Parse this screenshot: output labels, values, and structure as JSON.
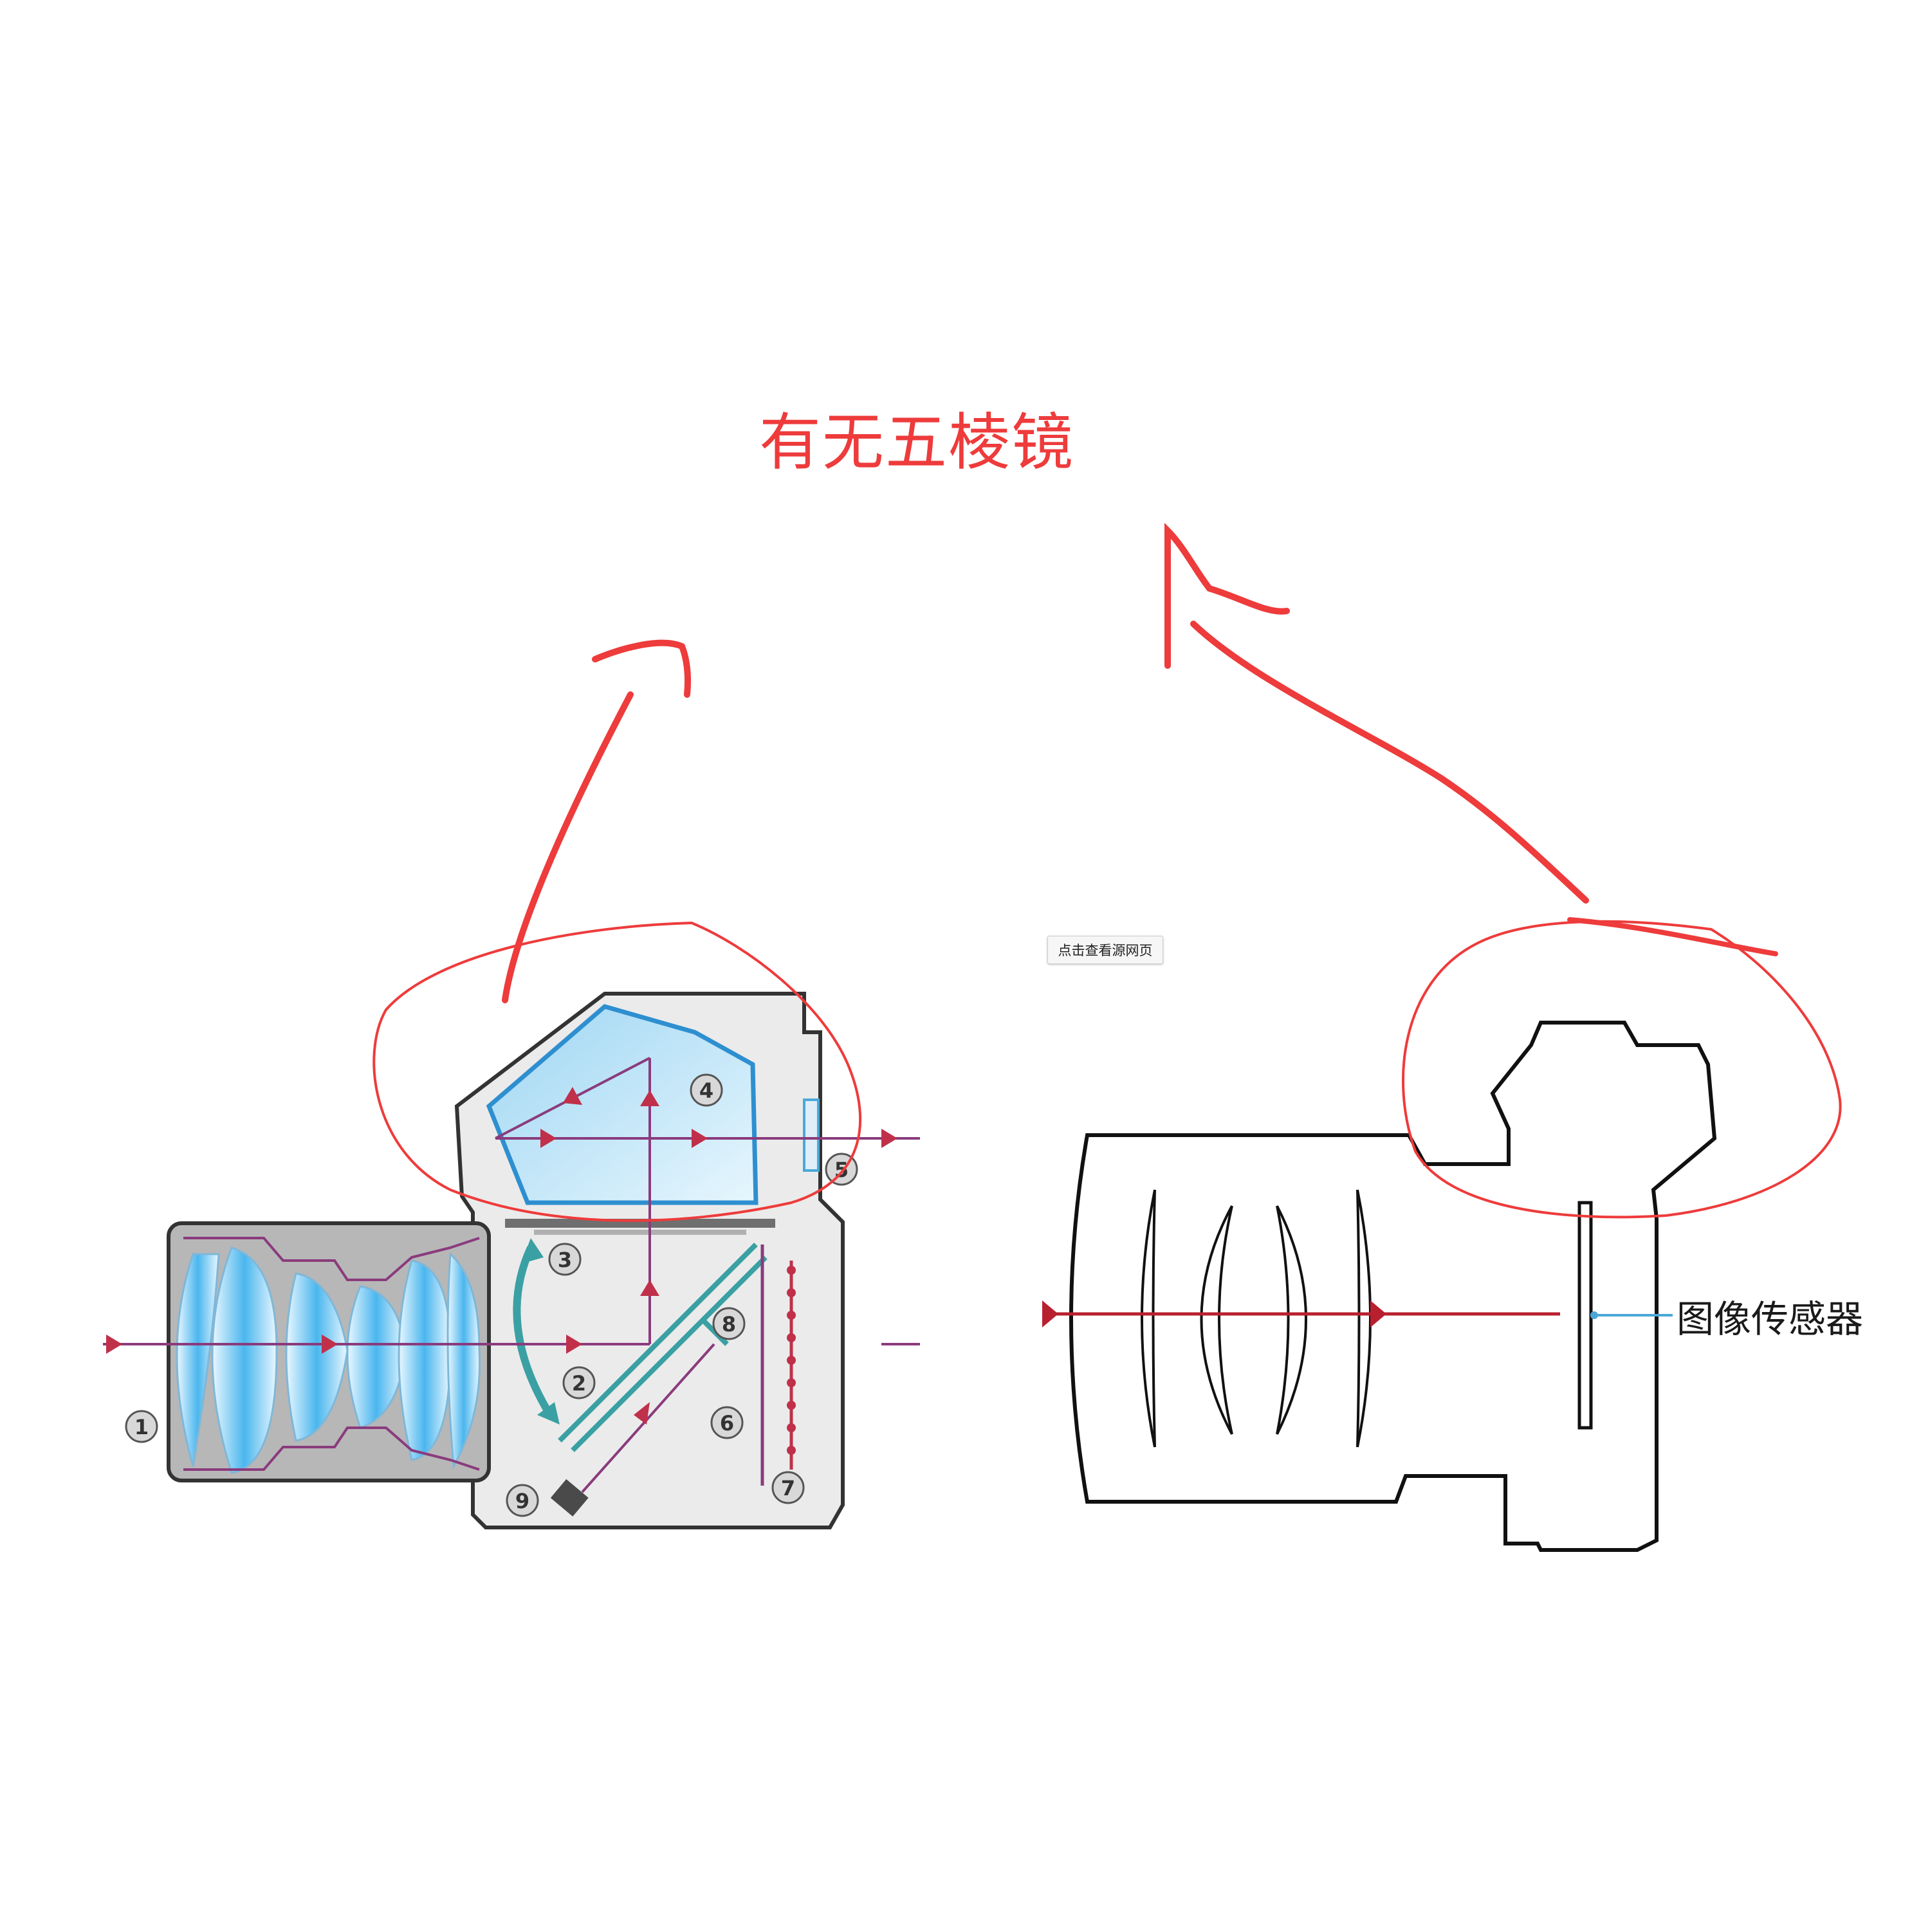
{
  "title": "有无五棱镜",
  "source_button": "点击查看源网页",
  "sensor_label": "图像传感器",
  "callouts": [
    "1",
    "2",
    "3",
    "4",
    "5",
    "6",
    "7",
    "8",
    "9"
  ],
  "colors": {
    "annotation_red": "#ee3b3b",
    "light_ray": "#c0304a",
    "ray_path": "#8a3b7d",
    "prism_blue": "#b8e2f7",
    "mirror_teal": "#3aa0a3",
    "sensor_leader": "#4aa8d8"
  },
  "icons": [
    "callout-circle",
    "arrowhead",
    "lens-element"
  ]
}
